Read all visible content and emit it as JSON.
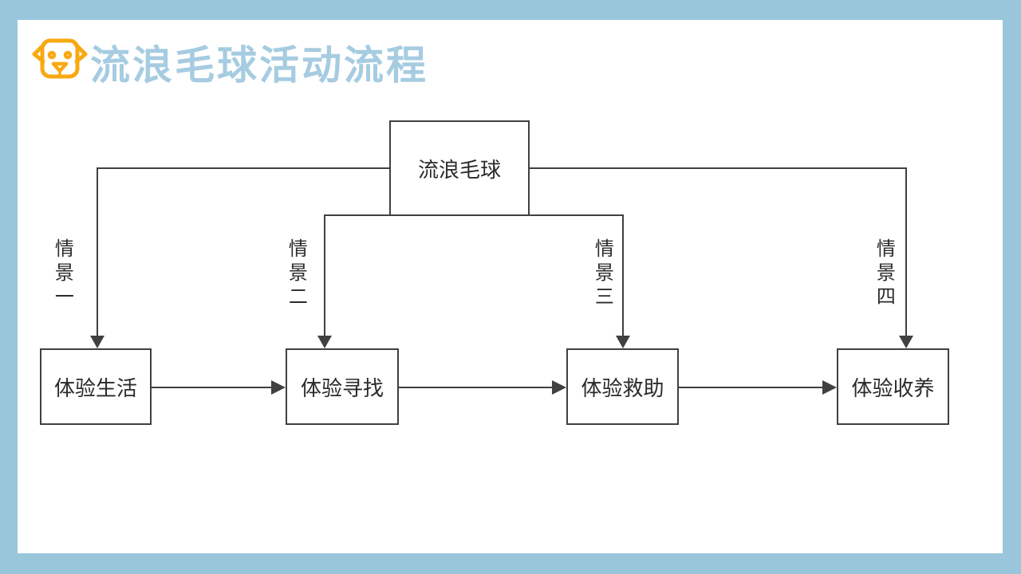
{
  "slide": {
    "title": "流浪毛球活动流程",
    "title_icon": "dog-icon",
    "colors": {
      "frame_blue": "#9AC6DB",
      "title_blue": "#A6CCE1",
      "icon_orange": "#F8A912",
      "connector_gray": "#404040",
      "node_fill": "#FFFFFF",
      "text_dark": "#2B2B2B"
    }
  },
  "flowchart": {
    "root": {
      "label": "流浪毛球"
    },
    "steps": [
      {
        "label": "体验生活",
        "branch_label": "情景一"
      },
      {
        "label": "体验寻找",
        "branch_label": "情景二"
      },
      {
        "label": "体验救助",
        "branch_label": "情景三"
      },
      {
        "label": "体验收养",
        "branch_label": "情景四"
      }
    ],
    "edges": [
      {
        "from": "流浪毛球",
        "to": "体验生活",
        "label": "情景一"
      },
      {
        "from": "流浪毛球",
        "to": "体验寻找",
        "label": "情景二"
      },
      {
        "from": "流浪毛球",
        "to": "体验救助",
        "label": "情景三"
      },
      {
        "from": "流浪毛球",
        "to": "体验收养",
        "label": "情景四"
      },
      {
        "from": "体验生活",
        "to": "体验寻找"
      },
      {
        "from": "体验寻找",
        "to": "体验救助"
      },
      {
        "from": "体验救助",
        "to": "体验收养"
      }
    ]
  }
}
